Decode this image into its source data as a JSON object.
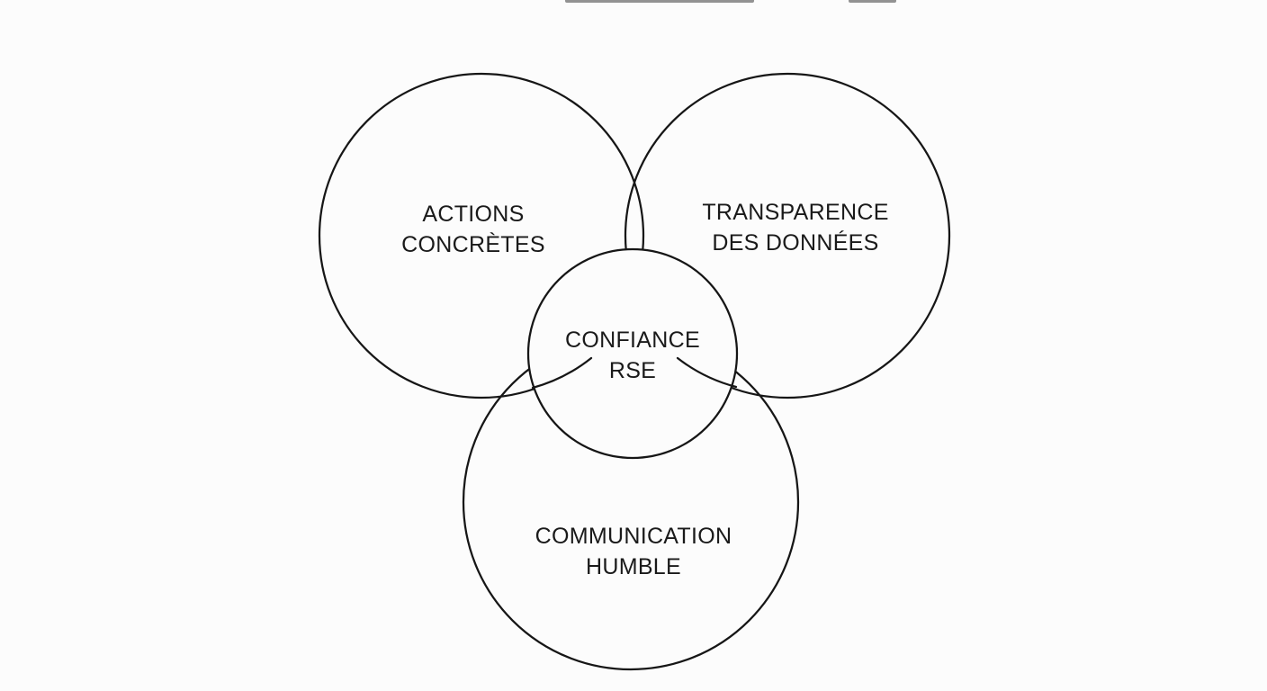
{
  "page": {
    "background": "#fcfcfc"
  },
  "colors": {
    "stroke": "#161616",
    "text": "#1a1a1a",
    "fragment": "#3a3a3a"
  },
  "venn": {
    "circle_actions": {
      "line1": "ACTIONS",
      "line2": "CONCRÈTES"
    },
    "circle_transparence": {
      "line1": "TRANSPARENCE",
      "line2": "DES DONNÉES"
    },
    "circle_communication": {
      "line1": "COMMUNICATION",
      "line2": "HUMBLE"
    },
    "center_circle": {
      "line1": "CONFIANCE",
      "line2": "RSE"
    }
  }
}
